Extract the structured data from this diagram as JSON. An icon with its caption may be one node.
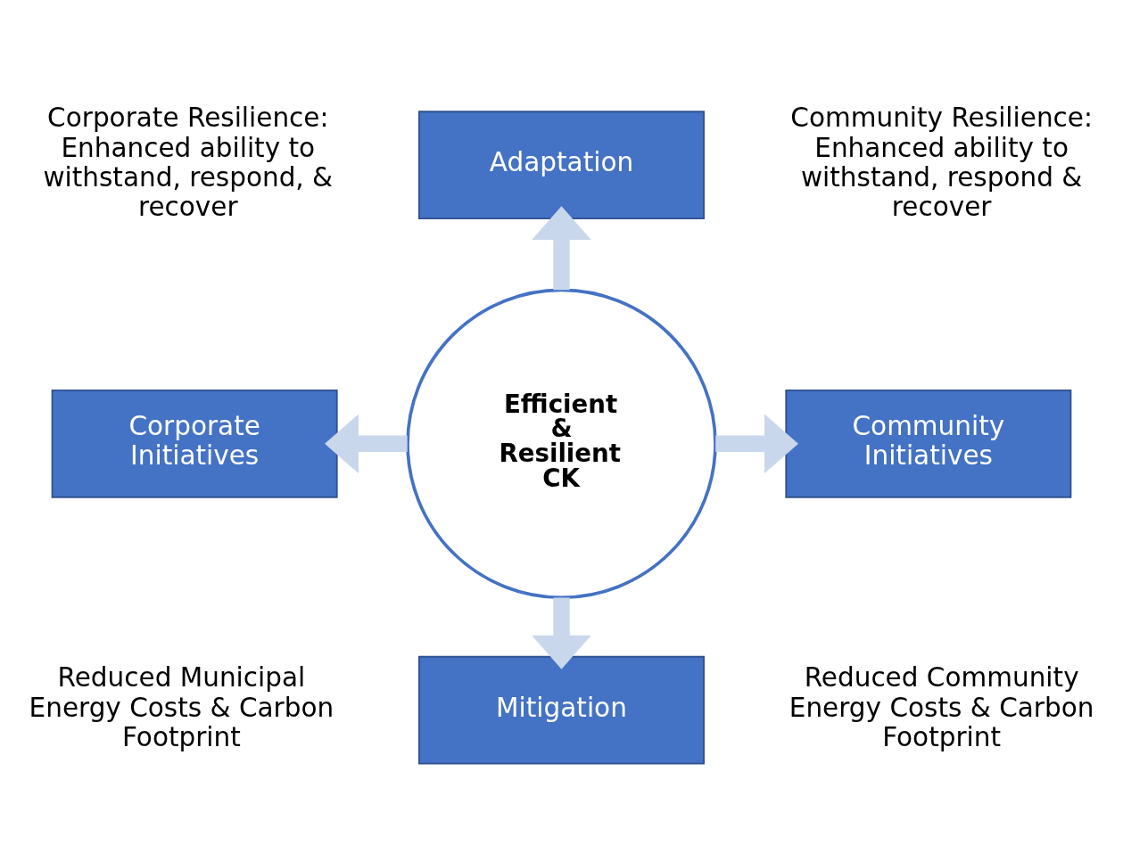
{
  "diagram": {
    "nodes": [
      {
        "text": [
          "Adaptation"
        ]
      },
      {
        "text": [
          "Corporate Initiatives"
        ]
      },
      {
        "text": [
          "Efficient & Resilient CK"
        ]
      },
      {
        "text": [
          "Community Initiatives"
        ]
      },
      {
        "text": [
          "Mitigation"
        ]
      }
    ],
    "edges": [
      {
        "from": 2,
        "to": 0,
        "arrow": "to",
        "color": "#c9d7ec"
      },
      {
        "from": 2,
        "to": 1,
        "arrow": "to",
        "color": "#c9d7ec"
      },
      {
        "from": 2,
        "to": 3,
        "arrow": "to",
        "color": "#c9d7ec"
      },
      {
        "from": 2,
        "to": 4,
        "arrow": "to",
        "color": "#c9d7ec"
      }
    ],
    "labels": [
      "Corporate Resilience: Enhanced ability to withstand, respond, & recover",
      "Community Resilience: Enhanced ability to withstand, respond & recover",
      "Reduced Municipal Energy Costs & Carbon Footprint",
      "Reduced Community Energy Costs & Carbon Footprint"
    ]
  }
}
